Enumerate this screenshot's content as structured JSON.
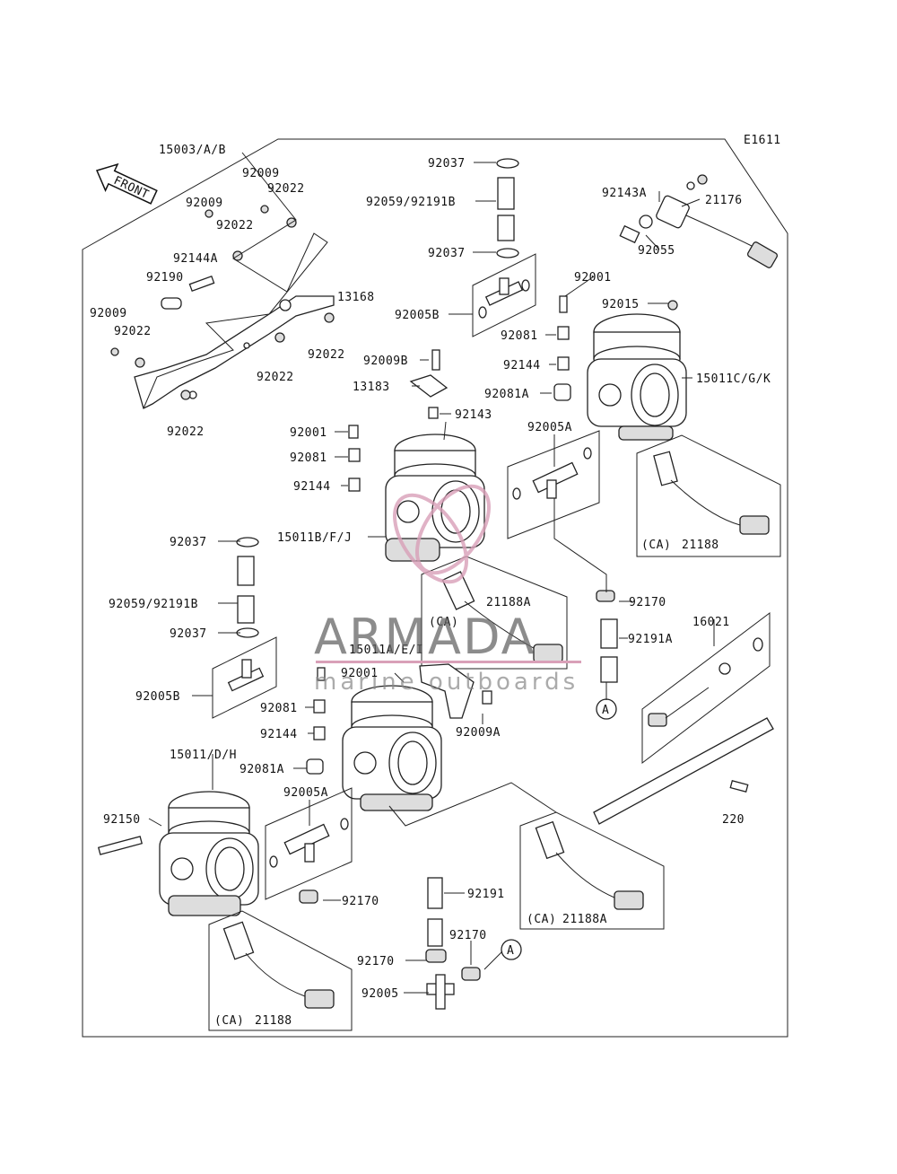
{
  "diagram_code": "E1611",
  "front_label": "FRONT",
  "watermark": {
    "title": "ARMADA",
    "subtitle": "marine outboards",
    "accent_color": "#d9a0b8"
  },
  "callouts": [
    "15003/A/B",
    "92009",
    "92009",
    "92022",
    "92022",
    "92144A",
    "92190",
    "13168",
    "92009",
    "92022",
    "92022",
    "92022",
    "92022",
    "92037",
    "92059/92191B",
    "92037",
    "92005B",
    "92009B",
    "13183",
    "92143",
    "92001",
    "92081",
    "92144",
    "15011B/F/J",
    "92143A",
    "21176",
    "92055",
    "92001",
    "92015",
    "92081",
    "92144",
    "92081A",
    "15011C/G/K",
    "92005A",
    "21188",
    "92170",
    "92191A",
    "16021",
    "21188A",
    "15011A/E/I",
    "92001",
    "92081",
    "92144",
    "92081A",
    "92009A",
    "92037",
    "92059/92191B",
    "92037",
    "92005B",
    "15011/D/H",
    "92150",
    "92005A",
    "92170",
    "92191",
    "92170",
    "92170",
    "92005",
    "21188",
    "21188A",
    "220"
  ],
  "ca_tag": "(CA)",
  "circle_ref": "A"
}
